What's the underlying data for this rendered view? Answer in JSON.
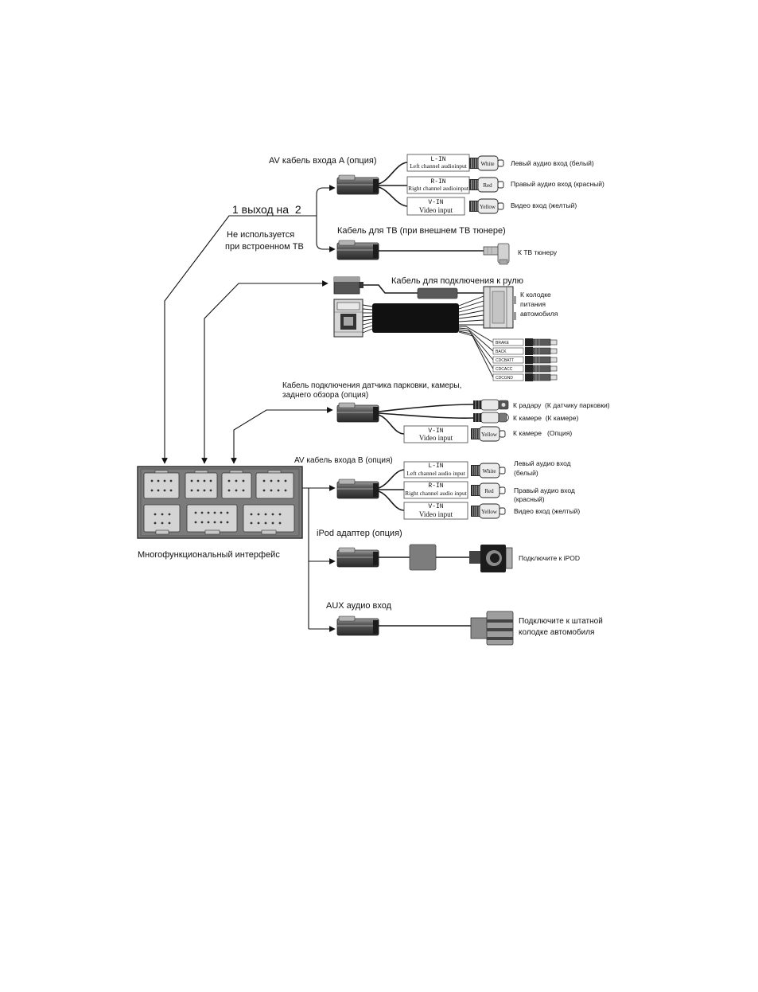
{
  "av_cable_a": {
    "title": "AV кабель входа A (опция)",
    "channels": [
      {
        "code": "L-IN",
        "desc": "Left channel audioinput",
        "plug": "White",
        "label": "Левый аудио вход (белый)"
      },
      {
        "code": "R-IN",
        "desc": "Right channel audioinput",
        "plug": "Red",
        "label": "Правый аудио вход (красный)"
      },
      {
        "code": "V-IN",
        "desc": "Video input",
        "plug": "Yellow",
        "label": "Видео вход (желтый)"
      }
    ]
  },
  "splitter": {
    "label": "1 выход на  2",
    "note_line1": "Не используется",
    "note_line2": "при встроенном ТВ"
  },
  "tv_cable": {
    "title": "Кабель для ТВ (при внешнем ТВ тюнере)",
    "target": "К ТВ тюнеру"
  },
  "steering_cable": {
    "title": "Кабель для подключения к рулю",
    "target_lines": [
      "К колодке",
      "питания",
      "автомобиля"
    ],
    "wires": [
      "BRAKE",
      "BACK",
      "CDCBATT",
      "CDCACC",
      "CDCGND"
    ]
  },
  "parking_cable": {
    "title_line1": "Кабель подключения датчика парковки, камеры,",
    "title_line2": "заднего обзора (опция)",
    "radar_label": "К радару  (К датчику парковки)",
    "camera_label": "К камере  (К камере)",
    "video": {
      "code": "V-IN",
      "desc": "Video input",
      "plug": "Yellow",
      "label": "К камере   (Опция)"
    }
  },
  "av_cable_b": {
    "title": "AV кабель входа B (опция)",
    "channels": [
      {
        "code": "L-IN",
        "desc": "Left channel audio input",
        "plug": "White",
        "label_line1": "Левый аудио вход",
        "label_line2": "(белый)"
      },
      {
        "code": "R-IN",
        "desc": "Right channel audio input",
        "plug": "Red",
        "label_line1": "Правый аудио вход",
        "label_line2": "(красный)"
      },
      {
        "code": "V-IN",
        "desc": "Video input",
        "plug": "Yellow",
        "label_line1": "Видео вход (желтый)"
      }
    ]
  },
  "interface": {
    "label": "Многофункциональный интерфейс"
  },
  "ipod_adapter": {
    "title": "iPod адаптер (опция)",
    "target": "Подключите к iPOD"
  },
  "aux_input": {
    "title": "AUX аудио вход",
    "target_line1": "Подключите к штатной",
    "target_line2": "колодке автомобиля"
  },
  "colors": {
    "interface_body": "#7b7b7b",
    "interface_connector": "#d4d4d4",
    "module_box": "#111111"
  }
}
